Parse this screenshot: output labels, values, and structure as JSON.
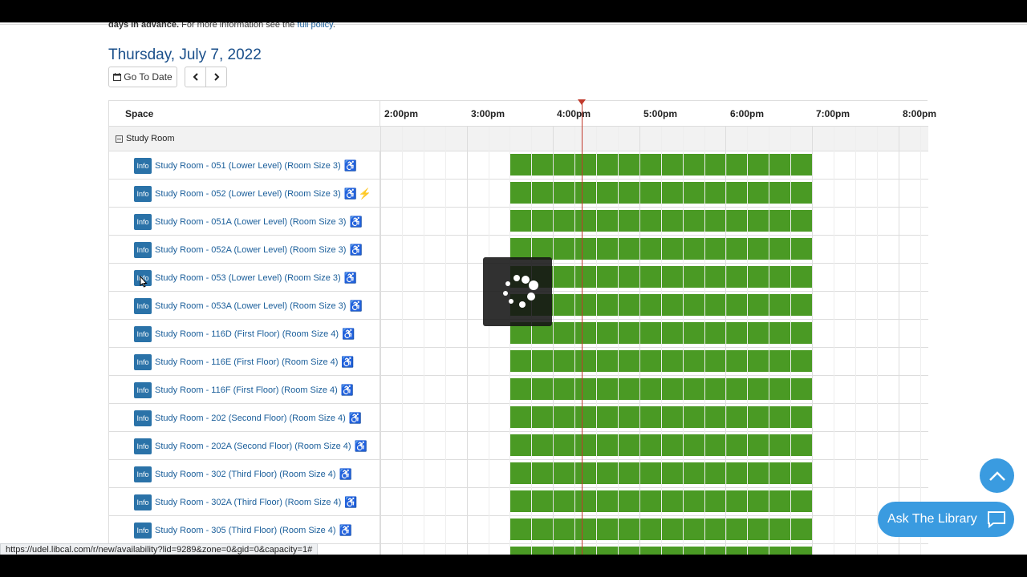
{
  "policy": {
    "bold": "days in advance.",
    "text": " For more information see the ",
    "link": "full policy",
    "end": "."
  },
  "date_heading": "Thursday, July 7, 2022",
  "toolbar": {
    "goto_label": "Go To Date",
    "calendar_icon": "calendar-icon",
    "prev_icon": "chevron-left-icon",
    "next_icon": "chevron-right-icon"
  },
  "grid": {
    "space_header": "Space",
    "times": [
      "2:00pm",
      "3:00pm",
      "4:00pm",
      "5:00pm",
      "6:00pm",
      "7:00pm",
      "8:00pm"
    ],
    "group_label": "Study Room",
    "info_label": "Info",
    "rooms": [
      {
        "name": "Study Room - 051 (Lower Level) (Room Size 3)",
        "power": false
      },
      {
        "name": "Study Room - 052 (Lower Level) (Room Size 3)",
        "power": true
      },
      {
        "name": "Study Room - 051A (Lower Level) (Room Size 3)",
        "power": false
      },
      {
        "name": "Study Room - 052A (Lower Level) (Room Size 3)",
        "power": false
      },
      {
        "name": "Study Room - 053 (Lower Level) (Room Size 3)",
        "power": false
      },
      {
        "name": "Study Room - 053A (Lower Level) (Room Size 3)",
        "power": false
      },
      {
        "name": "Study Room - 116D (First Floor) (Room Size 4)",
        "power": false
      },
      {
        "name": "Study Room - 116E (First Floor) (Room Size 4)",
        "power": false
      },
      {
        "name": "Study Room - 116F (First Floor) (Room Size 4)",
        "power": false
      },
      {
        "name": "Study Room - 202 (Second Floor) (Room Size 4)",
        "power": false
      },
      {
        "name": "Study Room - 202A (Second Floor) (Room Size 4)",
        "power": false
      },
      {
        "name": "Study Room - 302 (Third Floor) (Room Size 4)",
        "power": false
      },
      {
        "name": "Study Room - 302A (Third Floor) (Room Size 4)",
        "power": false
      },
      {
        "name": "Study Room - 305 (Third Floor) (Room Size 4)",
        "power": false
      },
      {
        "name": "",
        "power": false
      }
    ],
    "available_color": "#4a9a24",
    "now_color": "#c0392b"
  },
  "status_url": "https://udel.libcal.com/r/new/availability?lid=9289&zone=0&gid=0&capacity=1#",
  "ask_label": "Ask The Library",
  "accent": "#3a9be0"
}
